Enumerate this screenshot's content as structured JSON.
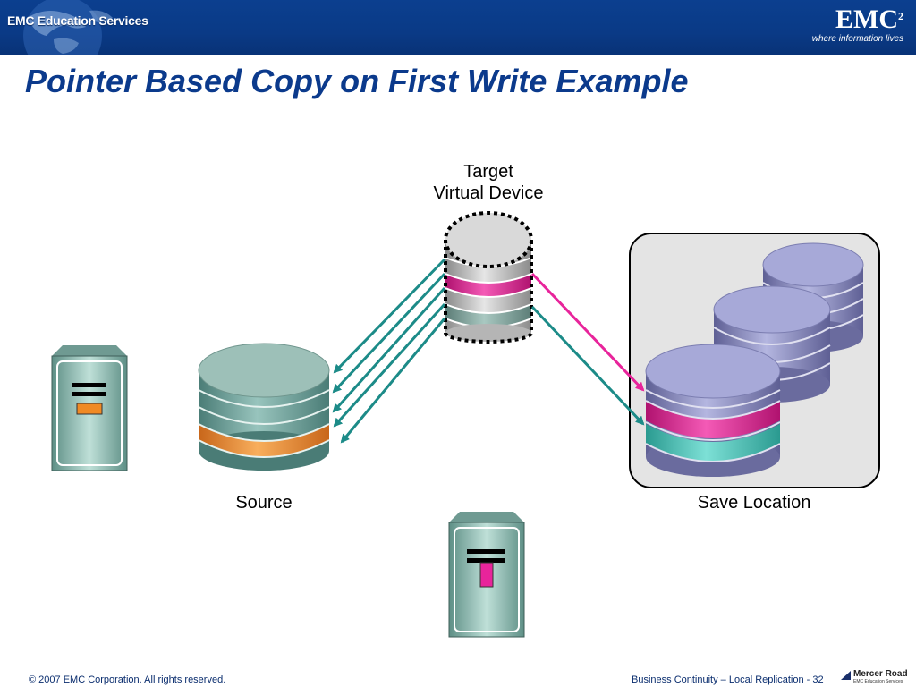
{
  "header": {
    "left_logo_text": "EMC Education Services",
    "brand_word": "EMC",
    "brand_superscript": "2",
    "brand_tagline": "where information lives"
  },
  "slide": {
    "title": "Pointer Based Copy on First Write Example"
  },
  "diagram": {
    "target_label_line1": "Target",
    "target_label_line2": "Virtual Device",
    "source_label": "Source",
    "save_label": "Save Location"
  },
  "colors": {
    "magenta": "#e8249b",
    "teal_arrow": "#1c8b88",
    "orange": "#f08a24",
    "title_blue": "#0b3a8c"
  },
  "icons": [
    "globe-icon",
    "server-icon",
    "arrow-icon"
  ],
  "footer": {
    "copyright": "© 2007 EMC Corporation. All rights reserved.",
    "course": "Business Continuity – Local Replication",
    "page": "- 32",
    "partner_logo": "Mercer Road",
    "partner_sub": "EMC Education Services"
  }
}
